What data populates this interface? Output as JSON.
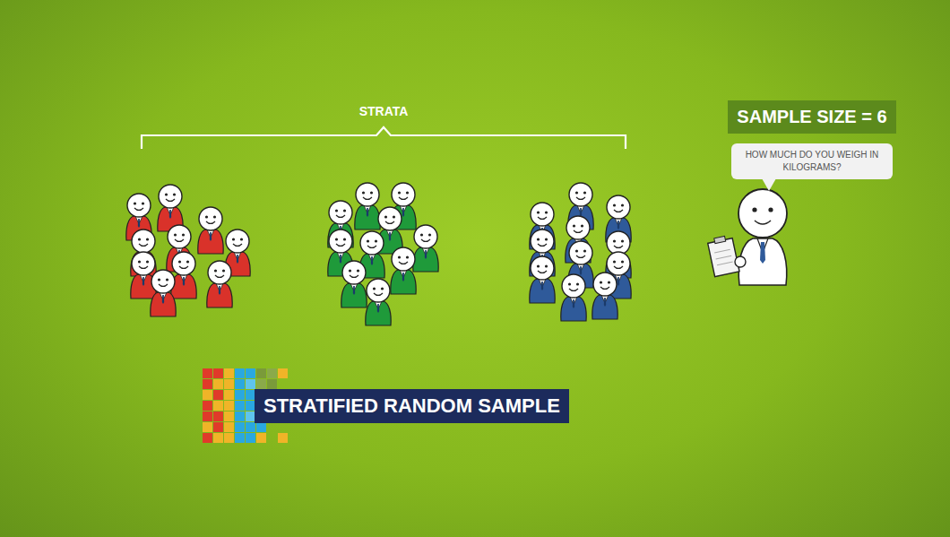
{
  "diagram": {
    "nodes": [
      {
        "text": [
          "SAMPLE SIZE = 6"
        ]
      },
      {
        "text": [
          "HOW MUCH DO YOU WEIGH IN KILOGRAMS?"
        ]
      },
      {
        "text": [
          "STRATIFIED RANDOM SAMPLE"
        ]
      }
    ],
    "labels": [
      "STRATA"
    ]
  }
}
